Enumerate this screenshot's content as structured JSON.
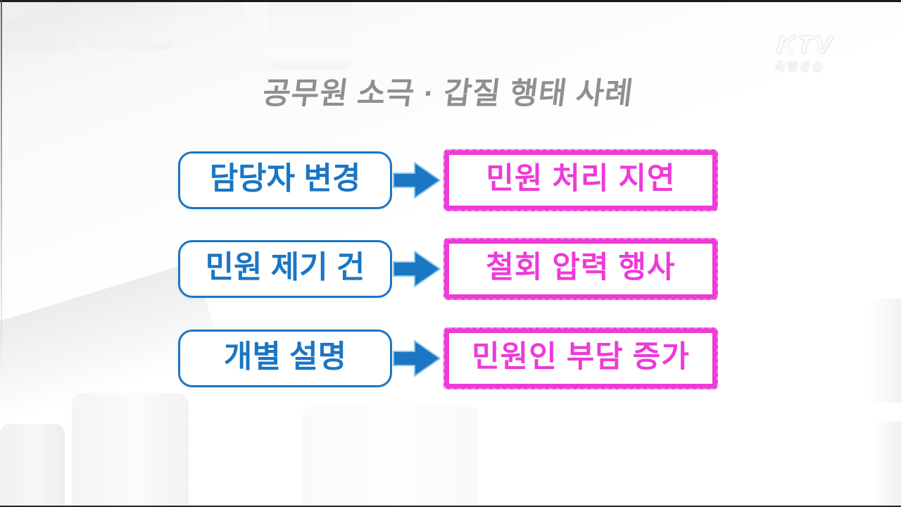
{
  "watermark": {
    "brand": "KTV",
    "subtitle": "국민방송"
  },
  "title": "공무원 소극 · 갑질 행태 사례",
  "flow": {
    "rows": [
      {
        "cause": "담당자 변경",
        "effect": "민원 처리 지연"
      },
      {
        "cause": "민원 제기 건",
        "effect": "철회 압력 행사"
      },
      {
        "cause": "개별 설명",
        "effect": "민원인 부담 증가"
      }
    ]
  },
  "colors": {
    "blue": "#1b76c4",
    "blue_light": "#8cc8ee",
    "magenta": "#ee3ad8",
    "title_gray": "#8f8f8f"
  }
}
